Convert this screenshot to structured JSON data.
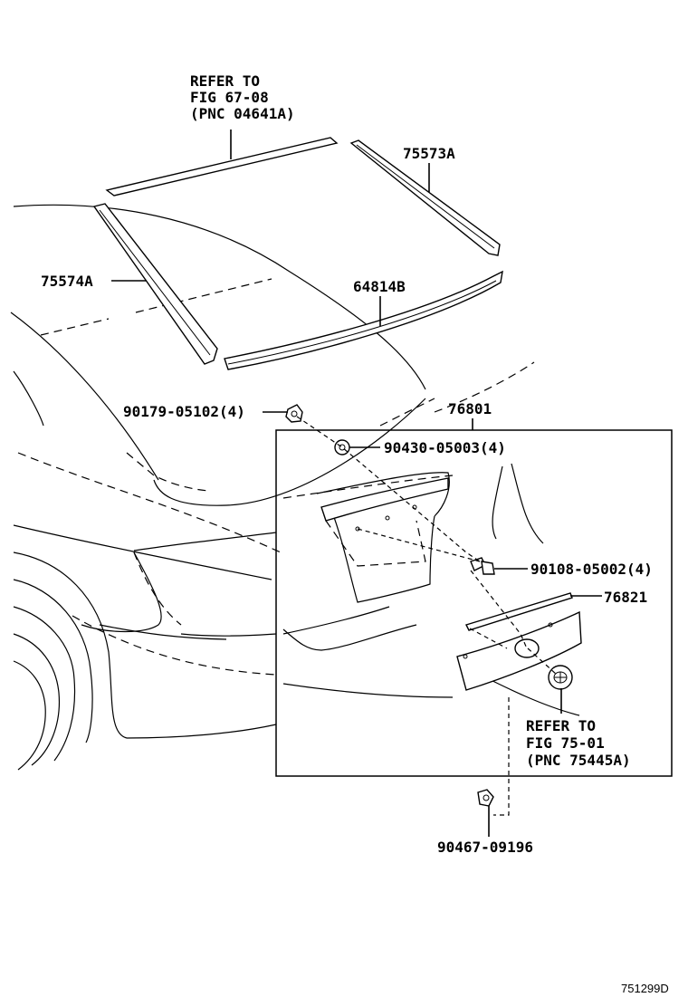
{
  "refer_notes": [
    {
      "lines": [
        "REFER TO",
        "FIG 67-08",
        "(PNC 04641A)"
      ]
    },
    {
      "lines": [
        "REFER TO",
        "FIG 75-01",
        "(PNC 75445A)"
      ]
    }
  ],
  "part_labels": {
    "p75573A": "75573A",
    "p75574A": "75574A",
    "p64814B": "64814B",
    "p76801": "76801",
    "p90179": "90179-05102(4)",
    "p90430": "90430-05003(4)",
    "p90108": "90108-05002(4)",
    "p76821": "76821",
    "p90467": "90467-09196"
  },
  "diagram_id": "751299D"
}
